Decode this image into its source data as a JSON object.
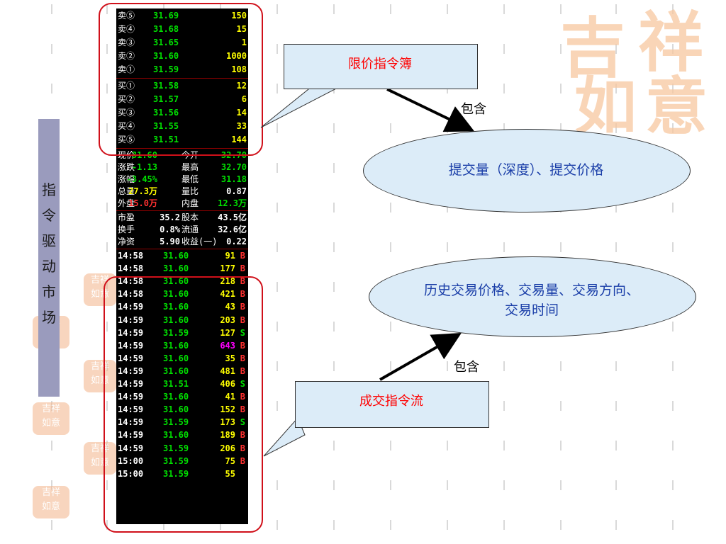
{
  "watermark": {
    "chars": [
      "吉",
      "祥",
      "如",
      "意"
    ]
  },
  "sidebar": {
    "title": [
      "指",
      "令",
      "驱",
      "动",
      "市",
      "场"
    ]
  },
  "order_book": {
    "sells": [
      {
        "label": "卖⑤",
        "price": "31.69",
        "vol": "150"
      },
      {
        "label": "卖④",
        "price": "31.68",
        "vol": "15"
      },
      {
        "label": "卖③",
        "price": "31.65",
        "vol": "1"
      },
      {
        "label": "卖②",
        "price": "31.60",
        "vol": "1000"
      },
      {
        "label": "卖①",
        "price": "31.59",
        "vol": "108"
      }
    ],
    "buys": [
      {
        "label": "买①",
        "price": "31.58",
        "vol": "12"
      },
      {
        "label": "买②",
        "price": "31.57",
        "vol": "6"
      },
      {
        "label": "买③",
        "price": "31.56",
        "vol": "14"
      },
      {
        "label": "买④",
        "price": "31.55",
        "vol": "33"
      },
      {
        "label": "买⑤",
        "price": "31.51",
        "vol": "144"
      }
    ]
  },
  "quote": [
    {
      "l1": "现价",
      "v1": "31.60",
      "c1": "#00e000",
      "l2": "今开",
      "v2": "32.70",
      "c2": "#00e000"
    },
    {
      "l1": "涨跌",
      "v1": "-1.13",
      "c1": "#00e000",
      "l2": "最高",
      "v2": "32.70",
      "c2": "#00e000"
    },
    {
      "l1": "涨幅",
      "v1": "-3.45%",
      "c1": "#00e000",
      "l2": "最低",
      "v2": "31.18",
      "c2": "#00e000"
    },
    {
      "l1": "总量",
      "v1": "27.3万",
      "c1": "#ffff00",
      "l2": "量比",
      "v2": "0.87",
      "c2": "#ffffff"
    },
    {
      "l1": "外盘",
      "v1": "15.0万",
      "c1": "#ff3030",
      "l2": "内盘",
      "v2": "12.3万",
      "c2": "#00e000"
    }
  ],
  "fundamentals": [
    {
      "l1": "市盈",
      "v1": "35.2",
      "l2": "股本",
      "v2": "43.5亿"
    },
    {
      "l1": "换手",
      "v1": "0.8%",
      "l2": "流通",
      "v2": "32.6亿"
    },
    {
      "l1": "净资",
      "v1": "5.90",
      "l2": "收益(一)",
      "v2": "0.22"
    }
  ],
  "trades": [
    {
      "time": "14:58",
      "price": "31.60",
      "vol": "91",
      "dir": "B",
      "vc": "#ffff00"
    },
    {
      "time": "14:58",
      "price": "31.60",
      "vol": "177",
      "dir": "B",
      "vc": "#ffff00"
    },
    {
      "time": "14:58",
      "price": "31.60",
      "vol": "218",
      "dir": "B",
      "vc": "#ffff00"
    },
    {
      "time": "14:58",
      "price": "31.60",
      "vol": "421",
      "dir": "B",
      "vc": "#ffff00"
    },
    {
      "time": "14:59",
      "price": "31.60",
      "vol": "43",
      "dir": "B",
      "vc": "#ffff00"
    },
    {
      "time": "14:59",
      "price": "31.60",
      "vol": "203",
      "dir": "B",
      "vc": "#ffff00"
    },
    {
      "time": "14:59",
      "price": "31.59",
      "vol": "127",
      "dir": "S",
      "vc": "#ffff00"
    },
    {
      "time": "14:59",
      "price": "31.60",
      "vol": "643",
      "dir": "B",
      "vc": "#ff00ff"
    },
    {
      "time": "14:59",
      "price": "31.60",
      "vol": "35",
      "dir": "B",
      "vc": "#ffff00"
    },
    {
      "time": "14:59",
      "price": "31.60",
      "vol": "481",
      "dir": "B",
      "vc": "#ffff00"
    },
    {
      "time": "14:59",
      "price": "31.51",
      "vol": "406",
      "dir": "S",
      "vc": "#ffff00"
    },
    {
      "time": "14:59",
      "price": "31.60",
      "vol": "41",
      "dir": "B",
      "vc": "#ffff00"
    },
    {
      "time": "14:59",
      "price": "31.60",
      "vol": "152",
      "dir": "B",
      "vc": "#ffff00"
    },
    {
      "time": "14:59",
      "price": "31.59",
      "vol": "173",
      "dir": "S",
      "vc": "#ffff00"
    },
    {
      "time": "14:59",
      "price": "31.60",
      "vol": "189",
      "dir": "B",
      "vc": "#ffff00"
    },
    {
      "time": "14:59",
      "price": "31.59",
      "vol": "206",
      "dir": "B",
      "vc": "#ffff00"
    },
    {
      "time": "15:00",
      "price": "31.59",
      "vol": "75",
      "dir": "B",
      "vc": "#ffff00"
    },
    {
      "time": "15:00",
      "price": "31.59",
      "vol": "55",
      "dir": "",
      "vc": "#ffff00"
    }
  ],
  "callouts": {
    "limit_book": "限价指令簿",
    "limit_contains": "包含",
    "limit_detail": "提交量（深度）、提交价格",
    "trade_flow": "成交指令流",
    "trade_contains": "包含",
    "trade_detail_line1": "历史交易价格、交易量、交易方向、",
    "trade_detail_line2": "交易时间"
  },
  "colors": {
    "panel_bg": "#000000",
    "label_white": "#ffffff",
    "price_green": "#00e000",
    "volume_yellow": "#ffff00",
    "buy_red": "#ff3030",
    "sell_green": "#00e000",
    "frame_red": "#d0101a",
    "callout_fill": "#dcecf8",
    "callout_text_red": "#ff0000",
    "callout_text_blue": "#1a3ea8"
  }
}
